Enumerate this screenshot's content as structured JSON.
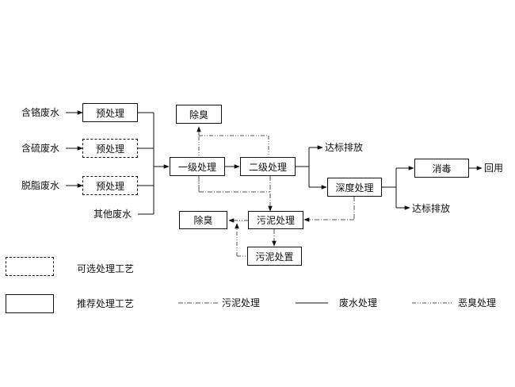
{
  "inputs": {
    "chrome": "含铬废水",
    "sulfur": "含硫废水",
    "degrease": "脱脂废水",
    "other": "其他废水"
  },
  "pre": {
    "p1": "预处理",
    "p2": "预处理",
    "p3": "预处理"
  },
  "process": {
    "deodor_top": "除臭",
    "primary": "一级处理",
    "secondary": "二级处理",
    "discharge1": "达标排放",
    "advanced": "深度处理",
    "disinfect": "消毒",
    "reuse": "回用",
    "discharge2": "达标排放",
    "sludge_treat": "污泥处理",
    "deodor_bottom": "除臭",
    "sludge_dispose": "污泥处置"
  },
  "legend": {
    "optional": "可选处理工艺",
    "recommended": "推荐处理工艺",
    "sludge_line": "污泥处理",
    "water_line": "废水处理",
    "odor_line": "恶臭处理"
  }
}
